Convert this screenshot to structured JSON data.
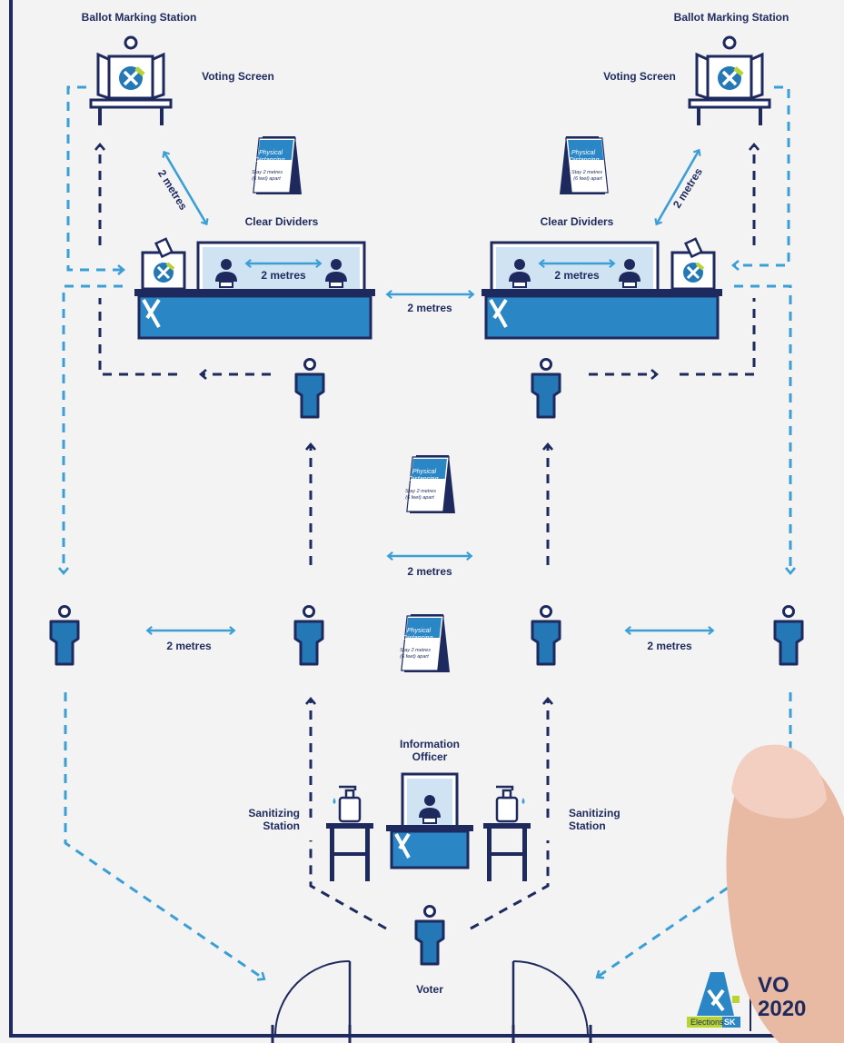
{
  "labels": {
    "ballot_station_left": "Ballot Marking Station",
    "ballot_station_right": "Ballot Marking Station",
    "voting_screen_left": "Voting Screen",
    "voting_screen_right": "Voting Screen",
    "clear_dividers_left": "Clear Dividers",
    "clear_dividers_right": "Clear Dividers",
    "distance_diag_left": "2 metres",
    "distance_diag_right": "2 metres",
    "distance_desk_left": "2 metres",
    "distance_desk_right": "2 metres",
    "distance_between_desks": "2 metres",
    "distance_center": "2 metres",
    "distance_row_left": "2 metres",
    "distance_row_right": "2 metres",
    "information_officer": "Information\nOfficer",
    "sanitizing_left": "Sanitizing\nStation",
    "sanitizing_right": "Sanitizing\nStation",
    "voter": "Voter"
  },
  "sign": {
    "title_line1": "Physical",
    "title_line2": "Distancing",
    "sub_line1": "Stay 2 metres",
    "sub_line2": "(6 feet) apart"
  },
  "logo": {
    "brand": "Elections",
    "brand_tag": "SK",
    "vote_text": "VO",
    "year_text": "2020"
  },
  "colors": {
    "navy": "#1e2a5e",
    "blue": "#2478b5",
    "light_blue": "#3b9fd6",
    "lime": "#b7d433",
    "background": "#f2f3f2"
  }
}
